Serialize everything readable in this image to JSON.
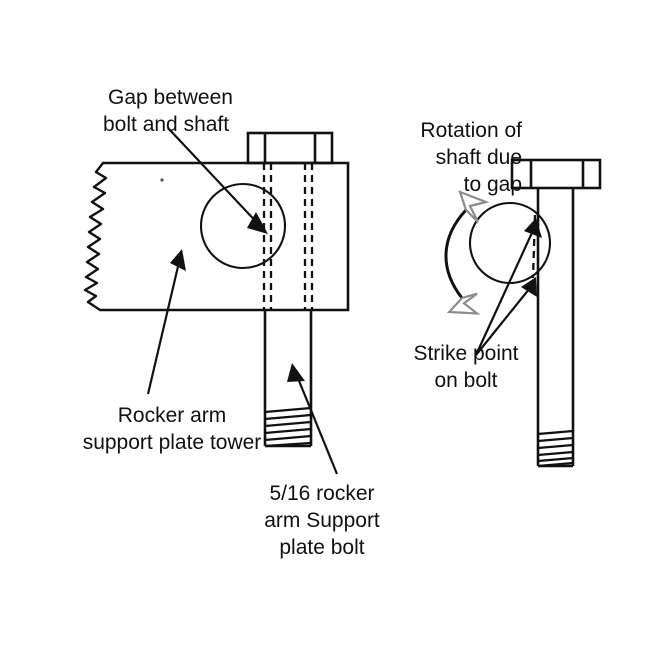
{
  "figure": {
    "title": "Rocker arm support plate bolt / shaft gap diagram",
    "background_color": "#ffffff",
    "line_color": "#111111",
    "rotation_arrow_color": "#8c8c8c"
  },
  "labels": {
    "gap_callout": {
      "line1": "Gap between",
      "line2": "bolt and shaft"
    },
    "tower_callout": {
      "line1": "Rocker arm",
      "line2": "support plate tower"
    },
    "bolt_callout": {
      "line1": "5/16 rocker",
      "line2": "arm Support",
      "line3": "plate bolt"
    },
    "rotation_callout": {
      "line1": "Rotation of",
      "line2": "shaft due",
      "line3": "to gap"
    },
    "strike_callout": {
      "line1": "Strike point",
      "line2": "on bolt"
    }
  },
  "parts": {
    "left_view_name": "sectioned rocker arm support plate tower with bolt",
    "right_view_name": "isolated 5/16 bolt with shaft rotation",
    "tower_name": "rocker arm support plate tower",
    "bolt_name": "5/16 rocker arm support plate bolt",
    "shaft_name": "rocker shaft bore circle",
    "thread_name": "bolt threads",
    "break_edge_name": "section break line"
  }
}
